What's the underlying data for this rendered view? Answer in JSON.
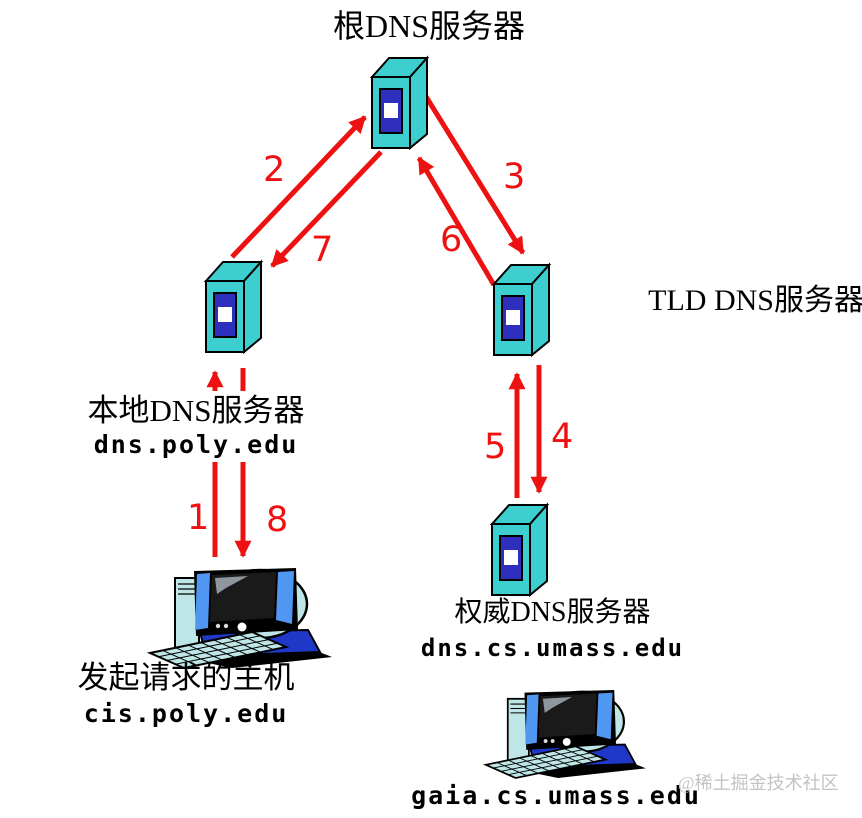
{
  "watermark": "@稀土掘金技术社区",
  "nodes": {
    "root": {
      "label": "根DNS服务器"
    },
    "tld": {
      "label": "TLD DNS服务器"
    },
    "local": {
      "label": "本地DNS服务器",
      "hostname": "dns.poly.edu"
    },
    "authoritative": {
      "label": "权威DNS服务器",
      "hostname": "dns.cs.umass.edu"
    },
    "requesting_host": {
      "label": "发起请求的主机",
      "hostname": "cis.poly.edu"
    },
    "target_host": {
      "hostname": "gaia.cs.umass.edu"
    }
  },
  "steps": [
    "1",
    "2",
    "3",
    "4",
    "5",
    "6",
    "7",
    "8"
  ],
  "colors": {
    "arrow_red": "#ee1111",
    "server_teal": "#3dcfcf",
    "server_panel_blue": "#2f2fbe",
    "monitor_strip_blue": "#4f97f0",
    "base_blue": "#2038c8",
    "device_cyan": "#bfe6e6",
    "watermark_gray": "#c3c3c3"
  }
}
